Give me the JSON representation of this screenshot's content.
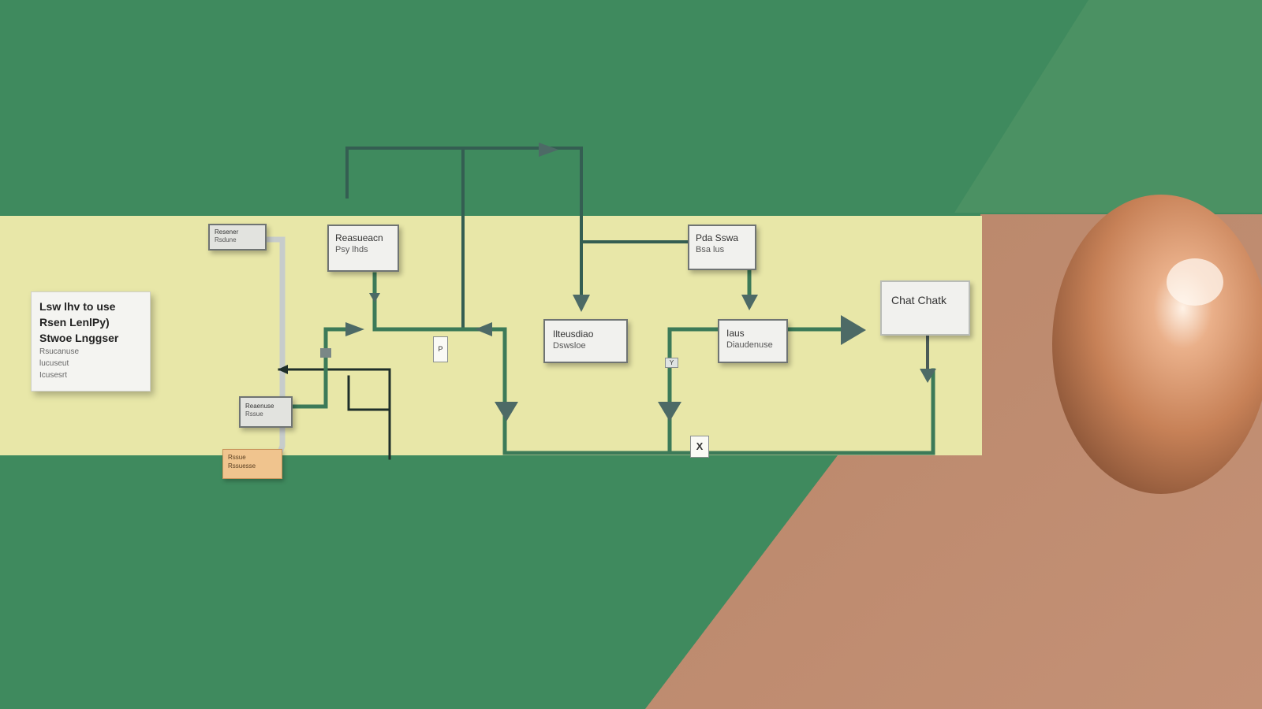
{
  "background": {
    "green": "#3f8a5e",
    "wall_strip": "#e8e7a8",
    "copper": "#b88466",
    "sphere": "#c98a63"
  },
  "title_card": {
    "lines": [
      "Lsw lhv to use",
      "Rsen LenlPy)",
      "Stwoe Lnggser"
    ],
    "sublines": [
      "Rsucanuse",
      "lucuseut",
      "Icusesrt"
    ]
  },
  "nodes": {
    "top_left_tag": {
      "line1": "Resener",
      "line2": "Rsdune"
    },
    "box_top_left": {
      "line1": "Reasueacn",
      "line2": "Psy lhds"
    },
    "box_center": {
      "line1": "Ilteusdiao",
      "line2": "Dswsloe"
    },
    "box_top_right": {
      "line1": "Pda Sswa",
      "line2": "Bsa lus"
    },
    "box_mid_right": {
      "line1": "Iaus",
      "line2": "Diaudenuse"
    },
    "box_chat_check": {
      "line1": "Chat Chatk"
    },
    "small_left": {
      "line1": "Reaenuse",
      "line2": "Rssue"
    },
    "orange_tag": {
      "line1": "Rssue",
      "line2": "Rssuesse"
    }
  },
  "stickers": {
    "mid_tag": "P",
    "right_small": "Y",
    "bottom_valve": "X"
  },
  "icons": [
    "arrow-head-icon",
    "valve-icon"
  ]
}
